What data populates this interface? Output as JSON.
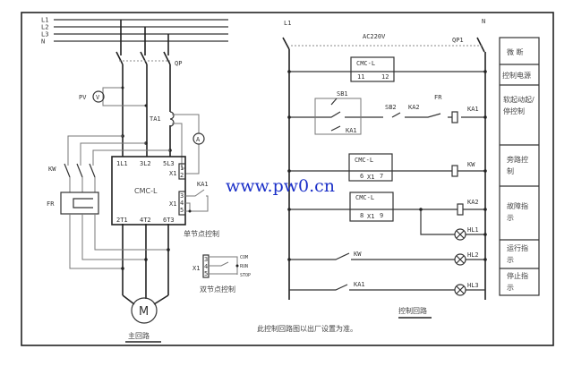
{
  "main_circuit": {
    "bus_labels": [
      "L1",
      "L2",
      "L3",
      "N"
    ],
    "breaker": "QP",
    "voltmeter": "PV",
    "voltmeter_symbol": "V",
    "current_transformer": "TA1",
    "ammeter_symbol": "A",
    "contactor": "KW",
    "thermal_relay": "FR",
    "starter": "CMC-L",
    "input_terminals": [
      "1L1",
      "3L2",
      "5L3"
    ],
    "output_terminals": [
      "2T1",
      "4T2",
      "6T3"
    ],
    "terminal_block": "X1",
    "ct_pins": [
      "1",
      "2"
    ],
    "ctrl_pins": [
      "3",
      "4",
      "5"
    ],
    "relay": "KA1",
    "motor_symbol": "M",
    "title": "主回路",
    "single_node_label": "单节点控制",
    "dual_node_label": "双节点控制",
    "dual_terms": [
      "COM",
      "RUN",
      "STOP"
    ]
  },
  "control_circuit": {
    "l1": "L1",
    "n": "N",
    "voltage": "AC220V",
    "breaker": "QP1",
    "cmc1": {
      "name": "CMC-L",
      "pins": [
        "11",
        "12"
      ]
    },
    "sb1": "SB1",
    "sb2": "SB2",
    "ka2": "KA2",
    "fr": "FR",
    "ka1": "KA1",
    "cmc2": {
      "name": "CMC-L",
      "pins": [
        "6",
        "7"
      ],
      "x": "X1"
    },
    "kw": "KW",
    "cmc3": {
      "name": "CMC-L",
      "pins": [
        "8",
        "9"
      ],
      "x": "X1"
    },
    "hl": [
      "HL1",
      "HL2",
      "HL3"
    ],
    "title": "控制回路",
    "note": "此控制回路图以出厂设置为准。"
  },
  "legend_table": [
    "微  断",
    "控制电源",
    "软起动起/停控制",
    "旁路控制",
    "故障指示",
    "运行指示",
    "停止指示"
  ],
  "watermark": "www.pw0.cn"
}
